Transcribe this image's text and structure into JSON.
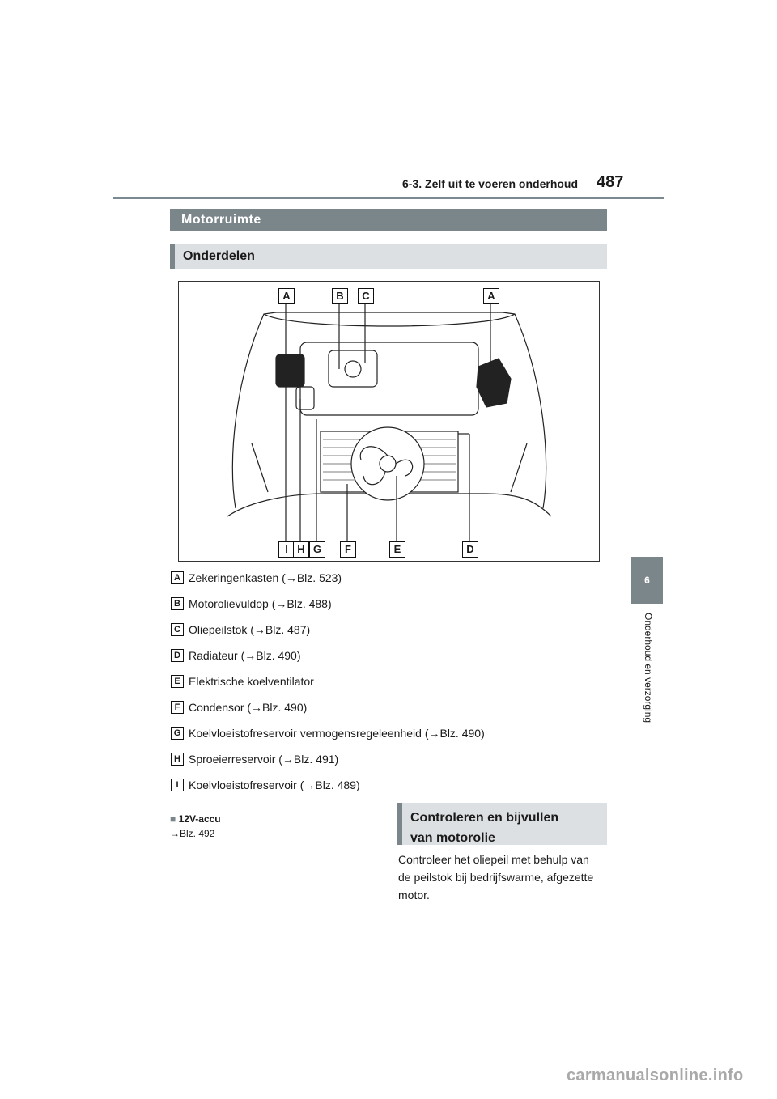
{
  "header": {
    "section": "6-3. Zelf uit te voeren onderhoud",
    "page_number": "487"
  },
  "chapter_tab": {
    "number": "6",
    "label": "Onderhoud en verzorging"
  },
  "section_bar": {
    "title": "Motorruimte"
  },
  "subsection_bar": {
    "title": "Onderdelen"
  },
  "figure": {
    "callouts_top": [
      "A",
      "B",
      "C",
      "A"
    ],
    "callouts_bottom": [
      "I",
      "H",
      "G",
      "F",
      "E",
      "D"
    ]
  },
  "parts_list": [
    {
      "letter": "A",
      "text": "Zekeringenkasten (→Blz. 523)"
    },
    {
      "letter": "B",
      "text": "Motorolievuldop (→Blz. 488)"
    },
    {
      "letter": "C",
      "text": "Oliepeilstok (→Blz. 487)"
    },
    {
      "letter": "D",
      "text": "Radiateur (→Blz. 490)"
    },
    {
      "letter": "E",
      "text": "Elektrische koelventilator"
    },
    {
      "letter": "F",
      "text": "Condensor (→Blz. 490)"
    },
    {
      "letter": "G",
      "text": "Koelvloeistofreservoir vermogensregeleenheid (→Blz. 490)"
    },
    {
      "letter": "H",
      "text": "Sproeierreservoir (→Blz. 491)"
    },
    {
      "letter": "I",
      "text": "Koelvloeistofreservoir (→Blz. 489)"
    }
  ],
  "note": {
    "bullet": "■",
    "title": "12V-accu",
    "reference": "→Blz. 492"
  },
  "subsection2": {
    "line1": "Controleren en bijvullen",
    "line2": "van motorolie"
  },
  "body_paragraph": {
    "line1": "Controleer het oliepeil met behulp van",
    "line2": "de peilstok bij bedrijfswarme, afgezette",
    "line3": "motor."
  },
  "watermark": "carmanualsonline.info"
}
